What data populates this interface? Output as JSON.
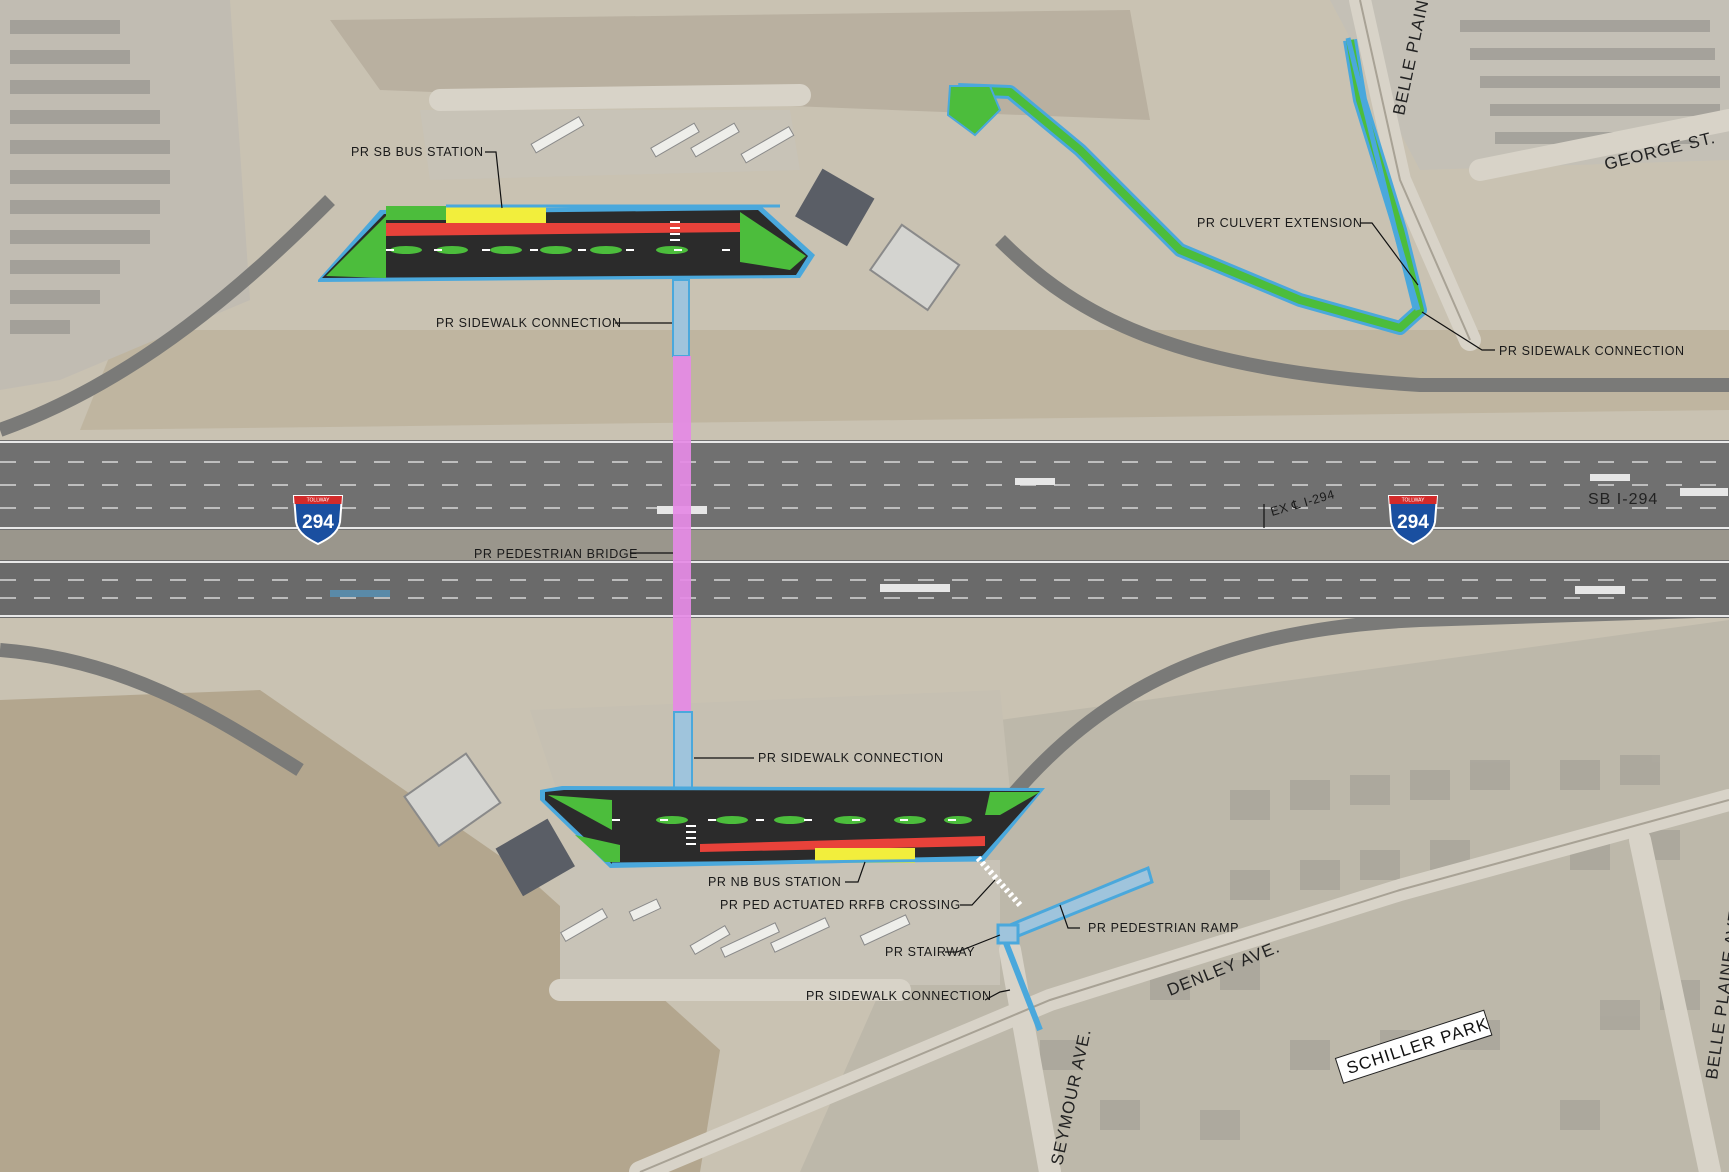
{
  "map": {
    "callouts": {
      "sb_bus_station": "PR SB BUS STATION",
      "sidewalk_north": "PR SIDEWALK CONNECTION",
      "culvert_extension": "PR CULVERT EXTENSION",
      "sidewalk_northeast": "PR SIDEWALK CONNECTION",
      "pedestrian_bridge": "PR PEDESTRIAN BRIDGE",
      "sidewalk_south": "PR SIDEWALK CONNECTION",
      "nb_bus_station": "PR NB BUS STATION",
      "rrfb_crossing": "PR PED ACTUATED RRFB CROSSING",
      "pedestrian_ramp": "PR PEDESTRIAN RAMP",
      "stairway": "PR STAIRWAY",
      "sidewalk_southeast": "PR SIDEWALK CONNECTION",
      "ex_centerline": "EX ℄ I-294"
    },
    "streets": {
      "belle_plaine_north": "BELLE PLAINE",
      "george_st": "GEORGE ST.",
      "denley_ave": "DENLEY AVE.",
      "seymour_ave": "SEYMOUR AVE.",
      "belle_plaine_south": "BELLE PLAINE AVE.",
      "sb_i294": "SB I-294"
    },
    "place_label": "SCHILLER PARK",
    "shields": [
      {
        "route": "294",
        "banner": "TOLLWAY"
      },
      {
        "route": "294",
        "banner": "TOLLWAY"
      }
    ],
    "colors": {
      "pedestrian_bridge": "#e58ae5",
      "sidewalk_outline": "#4aa8dc",
      "landscaping": "#4cbd3c",
      "bus_lane": "#e8423a",
      "bus_platform": "#f2ee3c",
      "pavement": "#2b2b2b",
      "highway": "#6e6e6e"
    }
  }
}
